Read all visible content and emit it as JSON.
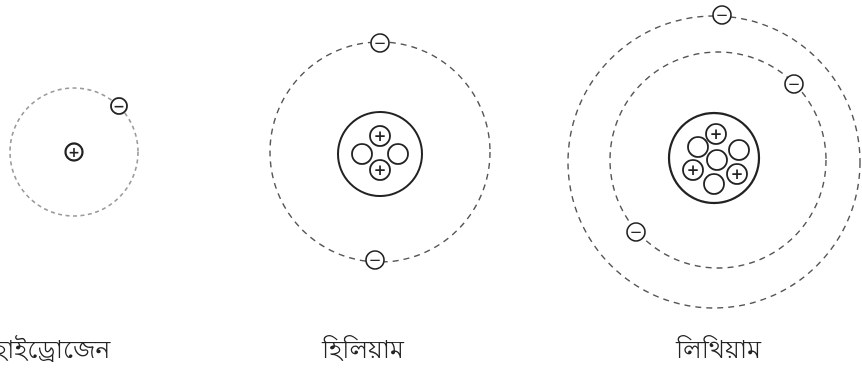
{
  "atoms": [
    {
      "id": "hydrogen",
      "label": "হাইড্রোজেন",
      "protons": 1,
      "neutrons": 0,
      "electrons": 1,
      "shells": 1
    },
    {
      "id": "helium",
      "label": "হিলিয়াম",
      "protons": 2,
      "neutrons": 2,
      "electrons": 2,
      "shells": 1
    },
    {
      "id": "lithium",
      "label": "লিথিয়াম",
      "protons": 3,
      "neutrons": 4,
      "electrons": 3,
      "shells": 2
    }
  ],
  "symbols": {
    "proton": "+",
    "electron": "−"
  },
  "colors": {
    "ink": "#222222",
    "orbit": "#555555",
    "hydrogen_orbit": "#9a9a9a",
    "background": "#ffffff"
  }
}
